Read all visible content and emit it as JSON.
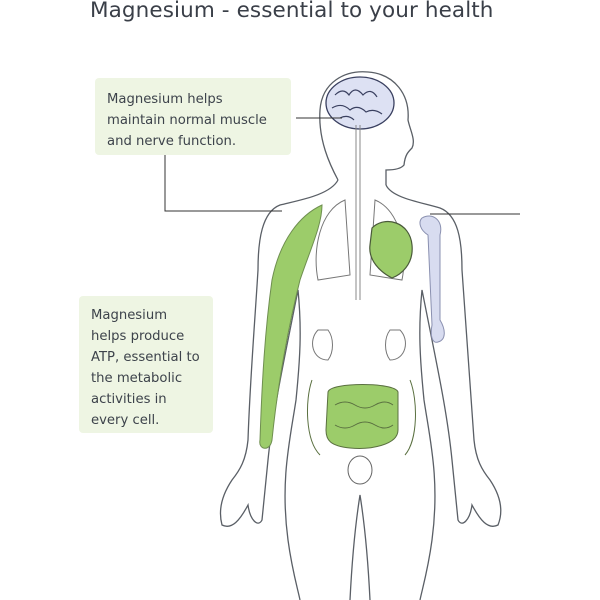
{
  "title": "Magnesium - essential to your health",
  "callouts": [
    {
      "text": "Magnesium helps maintain normal muscle and nerve function."
    },
    {
      "text": "Magnesium helps produce ATP, essential to the metabolic activities in every cell."
    }
  ],
  "colors": {
    "highlight_green": "#9ccc6a",
    "box_bg": "#eef5e3",
    "bone_lavender": "#d8dcf0",
    "outline": "#5a5f66"
  }
}
